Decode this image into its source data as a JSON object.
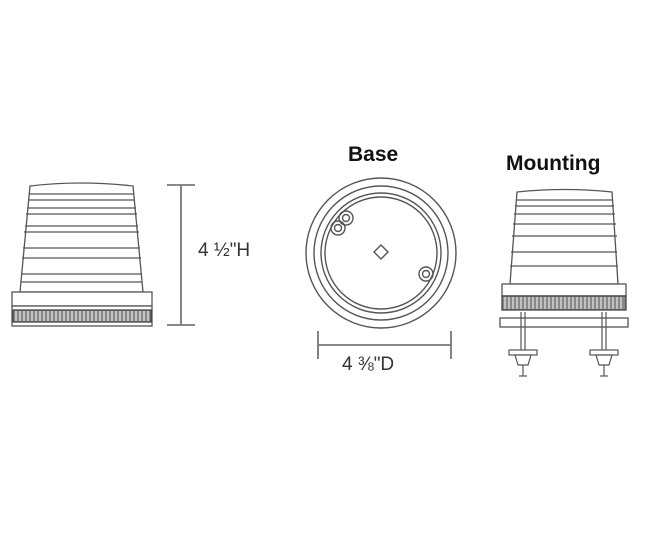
{
  "views": {
    "base": {
      "title": "Base"
    },
    "mounting": {
      "title": "Mounting"
    }
  },
  "dimensions": {
    "height": "4 ½\"H",
    "diameter": "4 ⅜\"D"
  },
  "colors": {
    "line": "#555555",
    "dimension_line": "#777777",
    "background": "#ffffff"
  }
}
